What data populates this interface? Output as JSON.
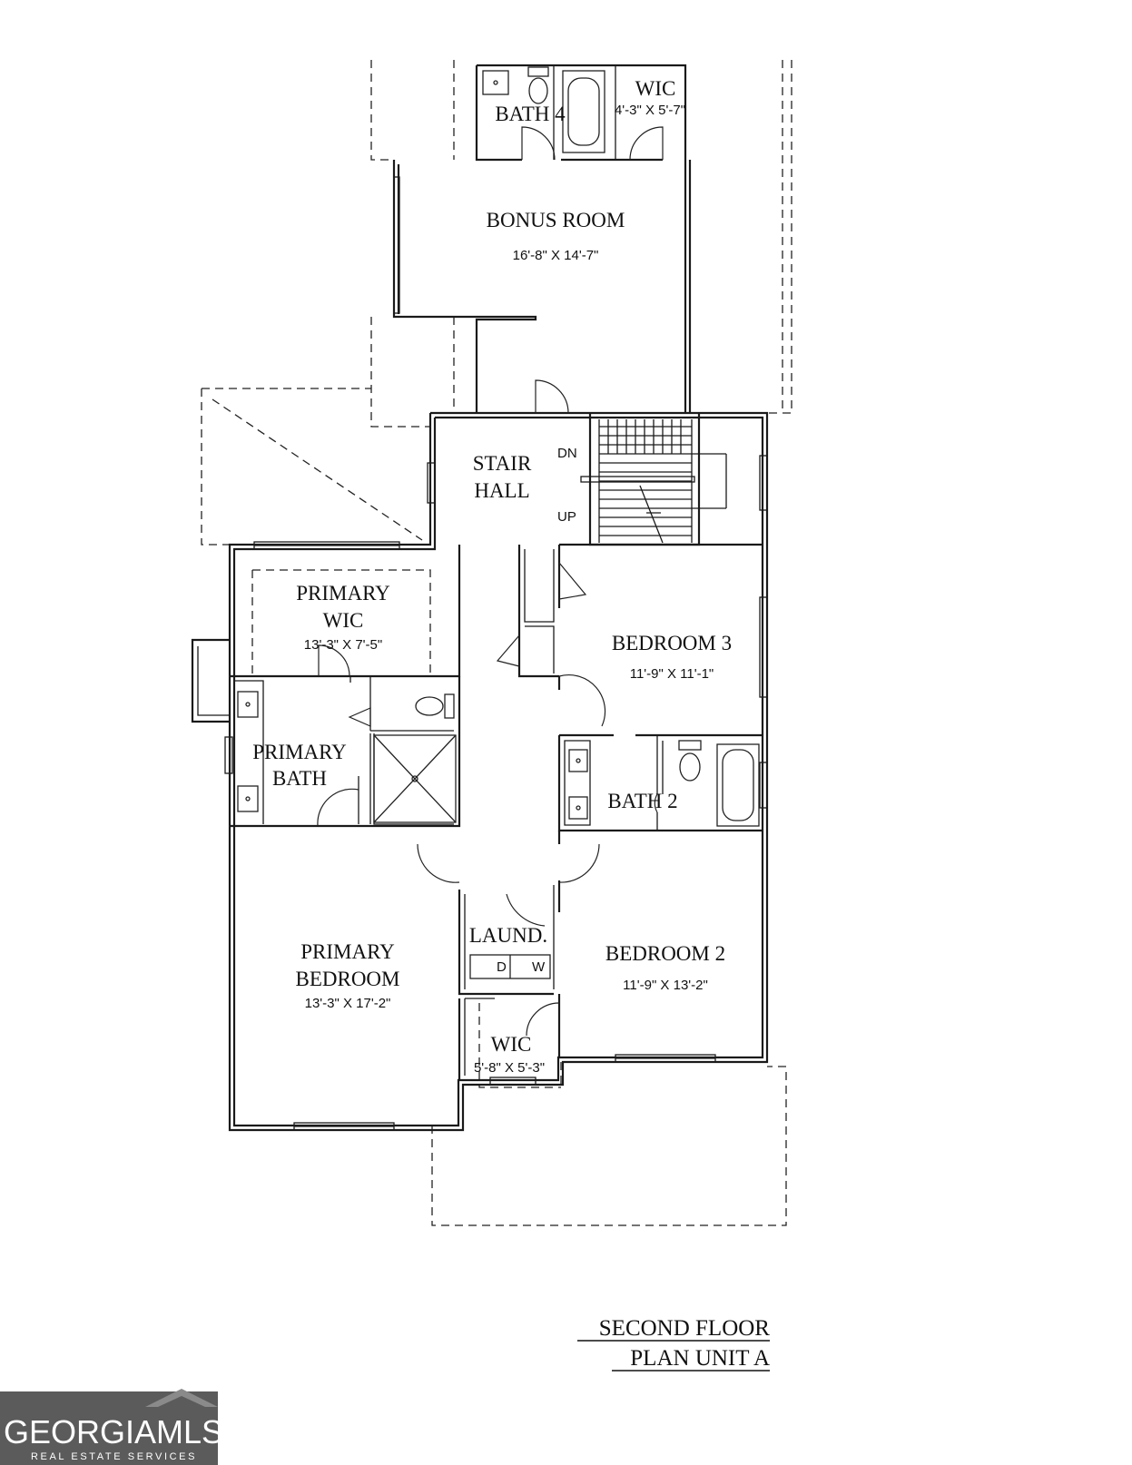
{
  "plan_title": {
    "line1": "SECOND FLOOR",
    "line2": "PLAN UNIT A"
  },
  "rooms": {
    "bath4": {
      "name": "BATH 4"
    },
    "wic_upper": {
      "name": "WIC",
      "dim": "4'-3\" X 5'-7\""
    },
    "bonus_room": {
      "name": "BONUS ROOM",
      "dim": "16'-8\" X 14'-7\""
    },
    "stair_hall": {
      "name_line1": "STAIR",
      "name_line2": "HALL",
      "dn": "DN",
      "up": "UP"
    },
    "primary_wic": {
      "name_line1": "PRIMARY",
      "name_line2": "WIC",
      "dim": "13'-3\" X 7'-5\""
    },
    "bedroom3": {
      "name": "BEDROOM 3",
      "dim": "11'-9\" X 11'-1\""
    },
    "primary_bath": {
      "name_line1": "PRIMARY",
      "name_line2": "BATH"
    },
    "bath2": {
      "name": "BATH 2"
    },
    "laundry": {
      "name": "LAUND.",
      "dryer": "D",
      "washer": "W"
    },
    "primary_bedroom": {
      "name_line1": "PRIMARY",
      "name_line2": "BEDROOM",
      "dim": "13'-3\" X 17'-2\""
    },
    "bedroom2": {
      "name": "BEDROOM 2",
      "dim": "11'-9\" X 13'-2\""
    },
    "wic_lower": {
      "name": "WIC",
      "dim": "5'-8\" X 5'-3\""
    }
  },
  "logo": {
    "main": "GEORGIAMLS",
    "sub": "REAL ESTATE SERVICES",
    "background": "#5b5b5b"
  }
}
